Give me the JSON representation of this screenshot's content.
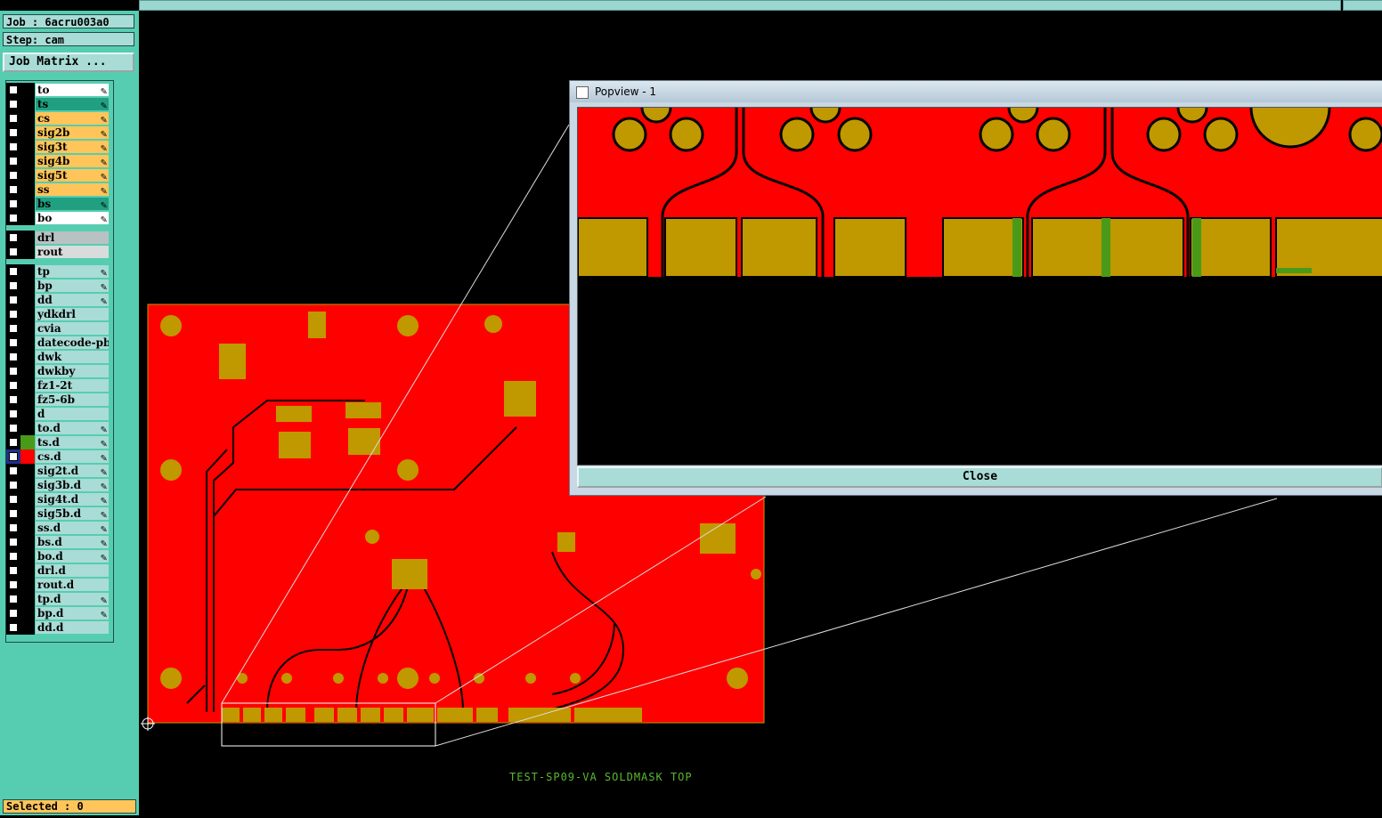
{
  "header": {
    "job": "Job : 6acru003a0",
    "step": "Step: cam",
    "job_matrix_button": "Job Matrix ..."
  },
  "layers": [
    {
      "name": "to",
      "color": "#ffffff",
      "edit": true
    },
    {
      "name": "ts",
      "color": "#20a080",
      "edit": true
    },
    {
      "name": "cs",
      "color": "#ffc55a",
      "edit": true
    },
    {
      "name": "sig2b",
      "color": "#ffc55a",
      "edit": true
    },
    {
      "name": "sig3t",
      "color": "#ffc55a",
      "edit": true
    },
    {
      "name": "sig4b",
      "color": "#ffc55a",
      "edit": true
    },
    {
      "name": "sig5t",
      "color": "#ffc55a",
      "edit": true
    },
    {
      "name": "ss",
      "color": "#ffc55a",
      "edit": true
    },
    {
      "name": "bs",
      "color": "#20a080",
      "edit": true
    },
    {
      "name": "bo",
      "color": "#ffffff",
      "edit": true
    },
    {
      "name": "drl",
      "color": "#b9c2c2",
      "edit": false
    },
    {
      "name": "rout",
      "color": "#d8dcdc",
      "edit": false
    },
    {
      "name": "tp",
      "color": "#a9dcd6",
      "edit": true
    },
    {
      "name": "bp",
      "color": "#a9dcd6",
      "edit": true
    },
    {
      "name": "dd",
      "color": "#a9dcd6",
      "edit": true
    },
    {
      "name": "ydkdrl",
      "color": "#a9dcd6",
      "edit": false
    },
    {
      "name": "cvia",
      "color": "#a9dcd6",
      "edit": false
    },
    {
      "name": "datecode-pbo",
      "color": "#a9dcd6",
      "edit": false
    },
    {
      "name": "dwk",
      "color": "#a9dcd6",
      "edit": false
    },
    {
      "name": "dwkby",
      "color": "#a9dcd6",
      "edit": false
    },
    {
      "name": "fz1-2t",
      "color": "#a9dcd6",
      "edit": false
    },
    {
      "name": "fz5-6b",
      "color": "#a9dcd6",
      "edit": false
    },
    {
      "name": "d",
      "color": "#a9dcd6",
      "edit": false
    },
    {
      "name": "to.d",
      "color": "#a9dcd6",
      "edit": true
    },
    {
      "name": "ts.d",
      "color": "#a9dcd6",
      "edit": true
    },
    {
      "name": "cs.d",
      "color": "#a9dcd6",
      "edit": true
    },
    {
      "name": "sig2t.d",
      "color": "#a9dcd6",
      "edit": true
    },
    {
      "name": "sig3b.d",
      "color": "#a9dcd6",
      "edit": true
    },
    {
      "name": "sig4t.d",
      "color": "#a9dcd6",
      "edit": true
    },
    {
      "name": "sig5b.d",
      "color": "#a9dcd6",
      "edit": true
    },
    {
      "name": "ss.d",
      "color": "#a9dcd6",
      "edit": true
    },
    {
      "name": "bs.d",
      "color": "#a9dcd6",
      "edit": true
    },
    {
      "name": "bo.d",
      "color": "#a9dcd6",
      "edit": true
    },
    {
      "name": "drl.d",
      "color": "#a9dcd6",
      "edit": false
    },
    {
      "name": "rout.d",
      "color": "#a9dcd6",
      "edit": false
    },
    {
      "name": "tp.d",
      "color": "#a9dcd6",
      "edit": true
    },
    {
      "name": "bp.d",
      "color": "#a9dcd6",
      "edit": true
    },
    {
      "name": "dd.d",
      "color": "#a9dcd6",
      "edit": false
    }
  ],
  "status": {
    "selected": "Selected : 0"
  },
  "popview": {
    "title": "Popview - 1",
    "close_label": "Close"
  },
  "caption": "TEST-SP09-VA SOLDMASK TOP",
  "colors": {
    "board": "#ff0000",
    "copper": "#c09800",
    "trace": "#000000",
    "panel": "#56cdb0",
    "caption": "#5ab82f"
  }
}
